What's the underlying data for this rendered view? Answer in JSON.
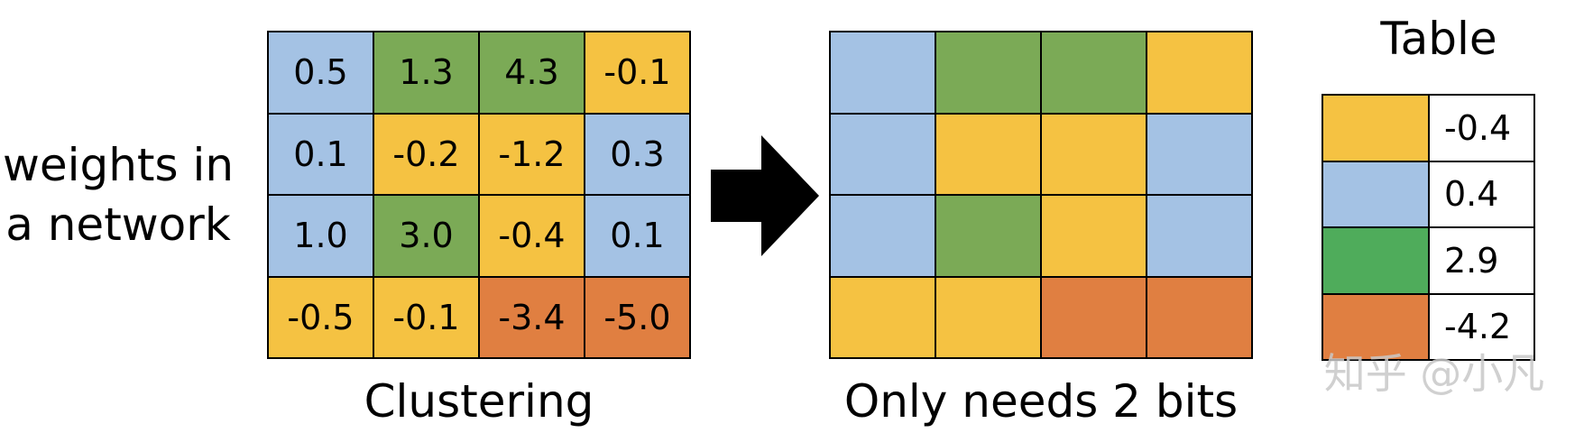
{
  "side_label": {
    "line1": "weights in",
    "line2": "a network"
  },
  "colors": {
    "yellow": "#f5c242",
    "blue": "#a4c2e4",
    "green": "#7baa56",
    "orange": "#e07f41",
    "table_green": "#4fac5b"
  },
  "weights_grid": {
    "caption": "Clustering",
    "cells": [
      {
        "value": "0.5",
        "color": "#a4c2e4"
      },
      {
        "value": "1.3",
        "color": "#7baa56"
      },
      {
        "value": "4.3",
        "color": "#7baa56"
      },
      {
        "value": "-0.1",
        "color": "#f5c242"
      },
      {
        "value": "0.1",
        "color": "#a4c2e4"
      },
      {
        "value": "-0.2",
        "color": "#f5c242"
      },
      {
        "value": "-1.2",
        "color": "#f5c242"
      },
      {
        "value": "0.3",
        "color": "#a4c2e4"
      },
      {
        "value": "1.0",
        "color": "#a4c2e4"
      },
      {
        "value": "3.0",
        "color": "#7baa56"
      },
      {
        "value": "-0.4",
        "color": "#f5c242"
      },
      {
        "value": "0.1",
        "color": "#a4c2e4"
      },
      {
        "value": "-0.5",
        "color": "#f5c242"
      },
      {
        "value": "-0.1",
        "color": "#f5c242"
      },
      {
        "value": "-3.4",
        "color": "#e07f41"
      },
      {
        "value": "-5.0",
        "color": "#e07f41"
      }
    ]
  },
  "codes_grid": {
    "caption": "Only needs 2 bits",
    "cells": [
      "#a4c2e4",
      "#7baa56",
      "#7baa56",
      "#f5c242",
      "#a4c2e4",
      "#f5c242",
      "#f5c242",
      "#a4c2e4",
      "#a4c2e4",
      "#7baa56",
      "#f5c242",
      "#a4c2e4",
      "#f5c242",
      "#f5c242",
      "#e07f41",
      "#e07f41"
    ]
  },
  "lookup_table": {
    "title": "Table",
    "rows": [
      {
        "color": "#f5c242",
        "value": "-0.4"
      },
      {
        "color": "#a4c2e4",
        "value": "0.4"
      },
      {
        "color": "#4fac5b",
        "value": "2.9"
      },
      {
        "color": "#e07f41",
        "value": "-4.2"
      }
    ]
  },
  "watermark": "知乎 @小凡"
}
